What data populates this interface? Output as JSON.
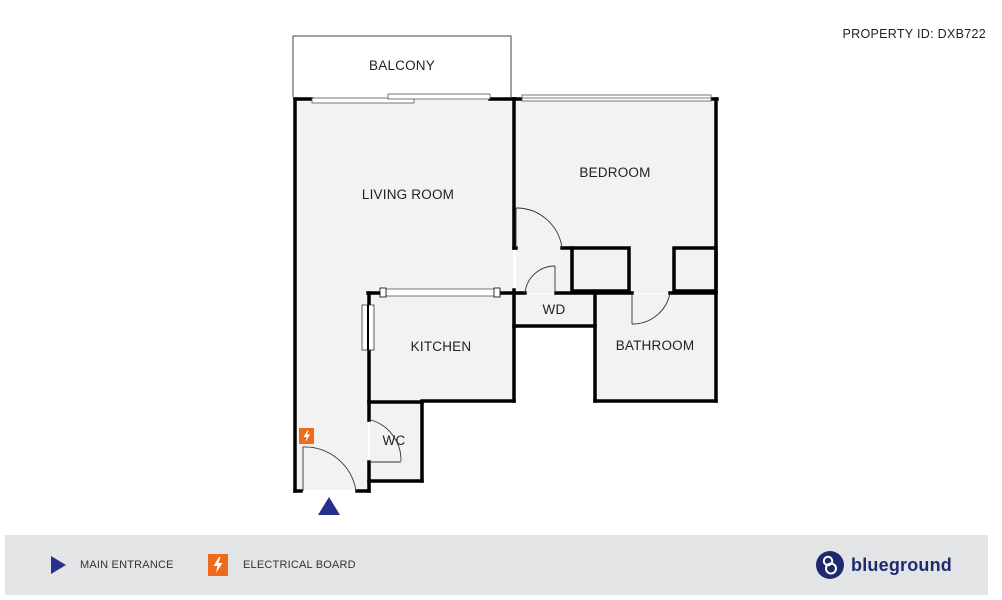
{
  "property_id": "PROPERTY ID: DXB722",
  "rooms": {
    "balcony": "BALCONY",
    "living_room": "LIVING ROOM",
    "bedroom": "BEDROOM",
    "kitchen": "KITCHEN",
    "wd": "WD",
    "bathroom": "BATHROOM",
    "wc": "WC"
  },
  "legend": {
    "main_entrance": "MAIN ENTRANCE",
    "electrical_board": "ELECTRICAL BOARD",
    "main_entrance_icon": "triangle-marker-icon",
    "electrical_board_icon": "lightning-bolt-icon"
  },
  "brand": {
    "name": "blueground",
    "icon": "blueground-logo-icon"
  },
  "colors": {
    "wall": "#000000",
    "floor": "#f2f2f2",
    "entrance_marker": "#27318b",
    "electrical_board": "#ee6a1c",
    "brand": "#1f2a6e",
    "legend_background": "#e3e4e6"
  }
}
